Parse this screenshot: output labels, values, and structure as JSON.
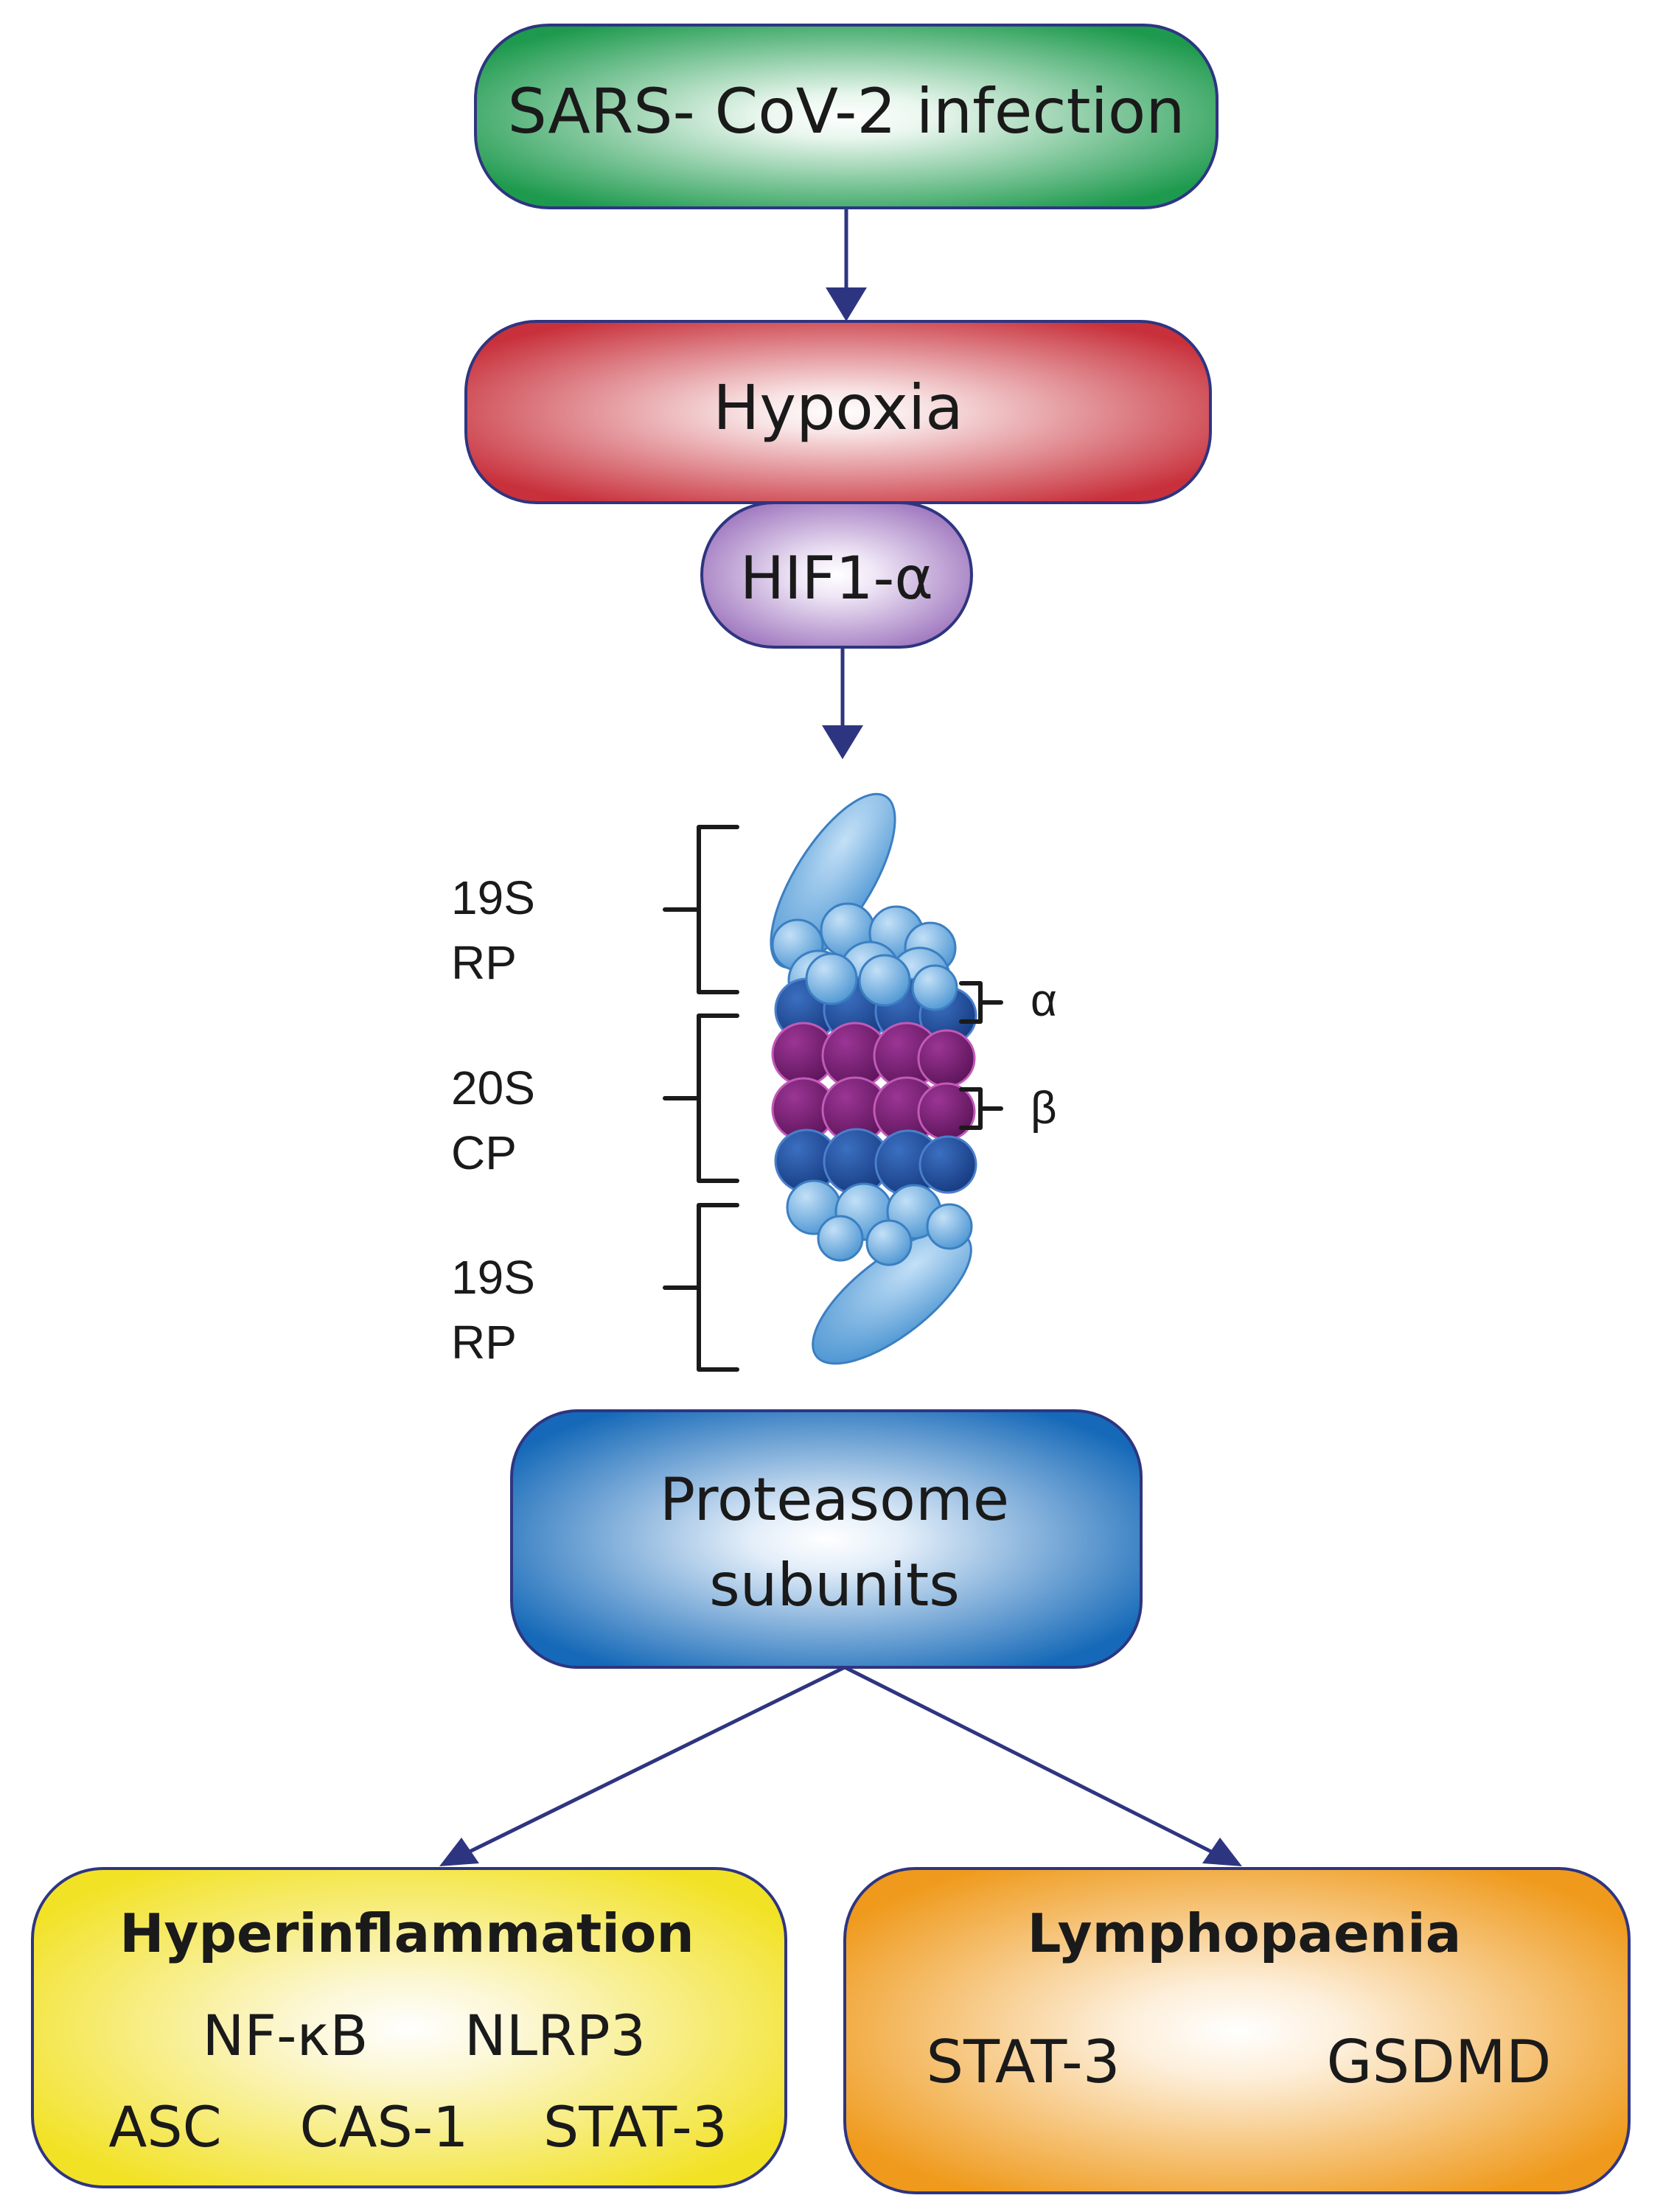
{
  "nodes": {
    "infection": {
      "label": "SARS- CoV-2 infection"
    },
    "hypoxia": {
      "label": "Hypoxia"
    },
    "hif": {
      "label": "HIF1-α"
    },
    "proteasome_subunits": {
      "line1": "Proteasome",
      "line2": "subunits"
    },
    "hyperinflammation": {
      "title": "Hyperinflammation",
      "items": [
        "NF-κB",
        "NLRP3",
        "ASC",
        "CAS-1",
        "STAT-3"
      ]
    },
    "lymphopaenia": {
      "title": "Lymphopaenia",
      "items": [
        "STAT-3",
        "GSDMD"
      ]
    }
  },
  "proteasome_structure": {
    "top_cap": {
      "line1": "19S",
      "line2": "RP"
    },
    "core": {
      "line1": "20S",
      "line2": "CP"
    },
    "bottom_cap": {
      "line1": "19S",
      "line2": "RP"
    },
    "alpha_ring": "α",
    "beta_ring": "β"
  },
  "colors": {
    "infection": "#1e9a4e",
    "hypoxia": "#c8303b",
    "hif": "#9a70bb",
    "proteasome_box": "#1569b8",
    "hyperinflammation": "#f2e226",
    "lymphopaenia": "#ef9a1c",
    "arrow": "#2e3580",
    "light_subunit": "#6fb0e2",
    "alpha_subunit": "#1f4f9e",
    "beta_subunit": "#7a2278"
  }
}
